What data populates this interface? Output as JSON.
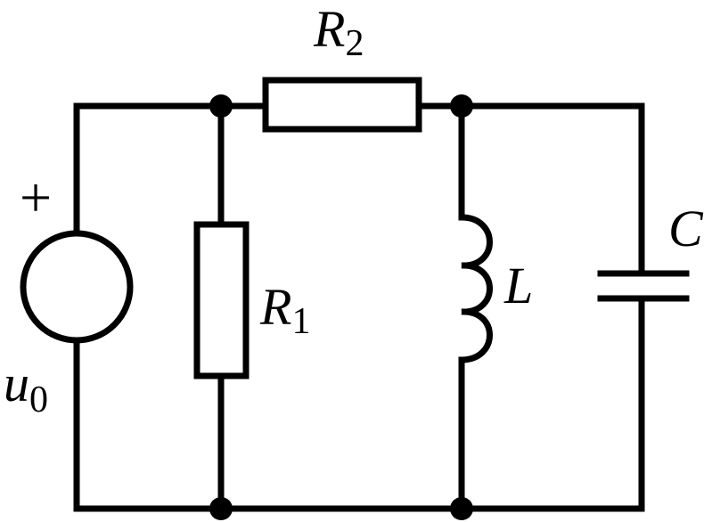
{
  "source": {
    "plus": "+",
    "label": "u",
    "subscript": "0"
  },
  "r1": {
    "label": "R",
    "subscript": "1"
  },
  "r2": {
    "label": "R",
    "subscript": "2"
  },
  "inductor": {
    "label": "L"
  },
  "capacitor": {
    "label": "C"
  }
}
